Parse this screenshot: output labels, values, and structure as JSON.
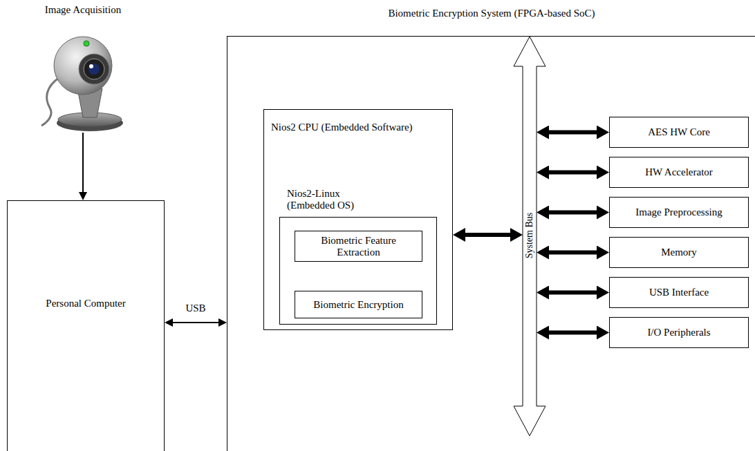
{
  "diagram": {
    "nodes": [
      {
        "text": [
          "Image Acquisition"
        ]
      },
      {
        "text": [
          "Personal Computer"
        ]
      },
      {
        "text": [
          "Biometric Encryption System (FPGA-based SoC)"
        ]
      },
      {
        "text": [
          "Nios2 CPU (Embedded Software)"
        ],
        "in": 2
      },
      {
        "text": [
          "Nios2-Linux (Embedded OS)"
        ],
        "in": 3
      },
      {
        "text": [
          "Biometric Feature Extraction"
        ],
        "in": 4
      },
      {
        "text": [
          "Biometric Encryption"
        ],
        "in": 4
      },
      {
        "text": [
          "System Bus"
        ],
        "in": 2
      },
      {
        "text": [
          "AES HW Core"
        ],
        "in": 2
      },
      {
        "text": [
          "HW Accelerator"
        ],
        "in": 2
      },
      {
        "text": [
          "Image Preprocessing"
        ],
        "in": 2
      },
      {
        "text": [
          "Memory"
        ],
        "in": 2
      },
      {
        "text": [
          "USB Interface"
        ],
        "in": 2
      },
      {
        "text": [
          "I/O Peripherals"
        ],
        "in": 2
      }
    ],
    "edges": [
      {
        "from": 0,
        "to": 1,
        "arrow": "to"
      },
      {
        "from": 1,
        "to": 2,
        "label": "USB",
        "arrow": "both"
      },
      {
        "from": 3,
        "to": 7,
        "arrow": "both"
      },
      {
        "from": 7,
        "to": 8,
        "arrow": "both"
      },
      {
        "from": 7,
        "to": 9,
        "arrow": "both"
      },
      {
        "from": 7,
        "to": 10,
        "arrow": "both"
      },
      {
        "from": 7,
        "to": 11,
        "arrow": "both"
      },
      {
        "from": 7,
        "to": 12,
        "arrow": "both"
      },
      {
        "from": 7,
        "to": 13,
        "arrow": "both"
      }
    ]
  }
}
